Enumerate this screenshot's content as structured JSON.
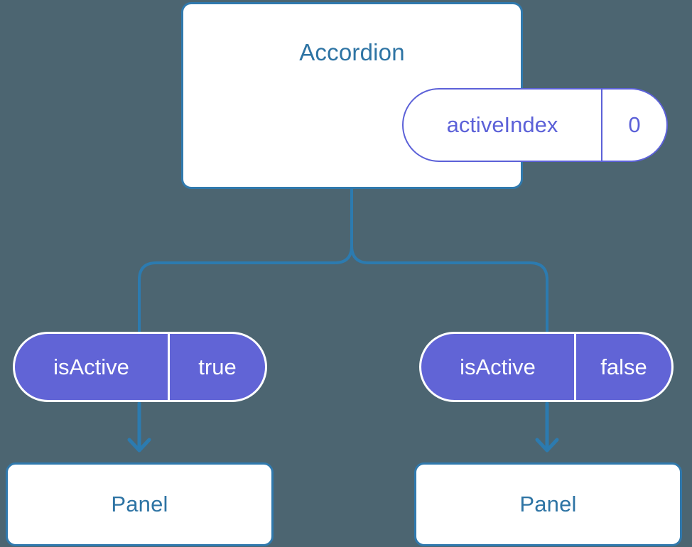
{
  "diagram": {
    "type": "component-tree",
    "background_color": "#4c6571",
    "accent_blue": "#3079ad",
    "text_blue": "#2e74a4",
    "accent_purple": "#5c61d8",
    "pill_fill": "#6164d6",
    "root": {
      "name": "accordion-component",
      "title": "Accordion",
      "state": {
        "key": "activeIndex",
        "value": "0"
      }
    },
    "branches": [
      {
        "name": "left-branch",
        "prop": {
          "key": "isActive",
          "value": "true"
        },
        "child": {
          "name": "panel-component",
          "title": "Panel"
        }
      },
      {
        "name": "right-branch",
        "prop": {
          "key": "isActive",
          "value": "false"
        },
        "child": {
          "name": "panel-component",
          "title": "Panel"
        }
      }
    ]
  }
}
